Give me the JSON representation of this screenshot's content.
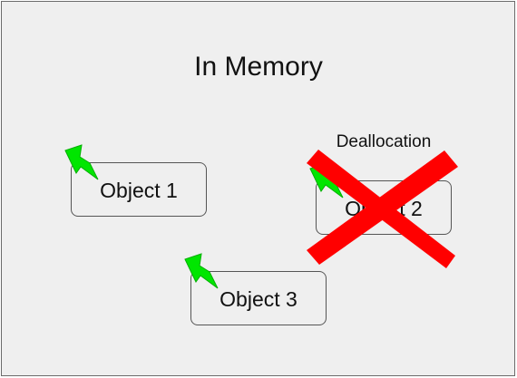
{
  "diagram": {
    "title": "In Memory",
    "deallocation_label": "Deallocation",
    "objects": [
      {
        "label": "Object 1"
      },
      {
        "label": "Object 2"
      },
      {
        "label": "Object 3"
      }
    ],
    "icons": [
      "lightning-bolt-icon",
      "lightning-bolt-icon",
      "lightning-bolt-icon"
    ],
    "colors": {
      "background": "#efefef",
      "border": "#555555",
      "bolt": "#00e600",
      "cross": "#ff0000",
      "text": "#111111"
    }
  }
}
